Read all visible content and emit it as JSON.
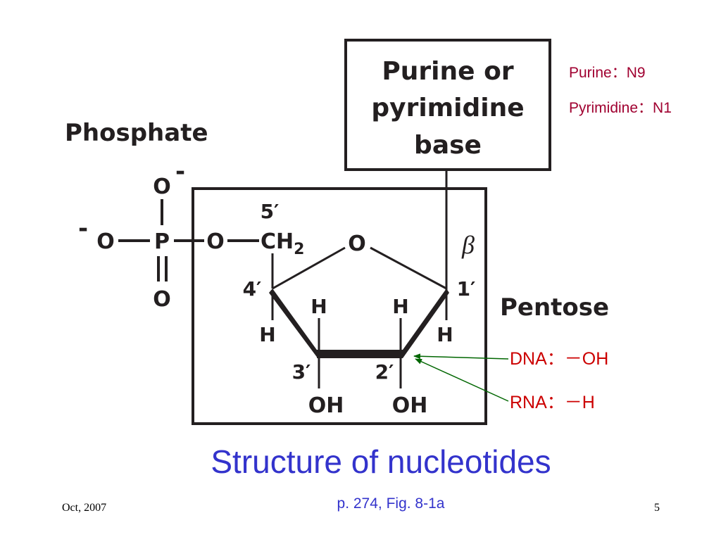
{
  "labels": {
    "base_box_line1": "Purine  or",
    "base_box_line2": "pyrimidine",
    "base_box_line3": "base",
    "phosphate": "Phosphate",
    "pentose": "Pentose",
    "beta": "β"
  },
  "molecule": {
    "o_minus_top": "O",
    "minus": "-",
    "o_left": "O",
    "p": "P",
    "o_bridge": "O",
    "ch2": "CH",
    "ch2_sub": "2",
    "o_bottom": "O",
    "ring_o": "O",
    "c5": "5′",
    "c4": "4′",
    "c1": "1′",
    "c3": "3′",
    "c2": "2′",
    "h4": "H",
    "h3_up": "H",
    "h2_up": "H",
    "h1": "H",
    "oh3": "OH",
    "oh2": "OH"
  },
  "notes": {
    "purine": "Purine：N9",
    "pyrimidine": "Pyrimidine：N1",
    "dna": "DNA：－OH",
    "rna": "RNA：－H"
  },
  "colors": {
    "title": "#3333cc",
    "note_red": "#a00030",
    "dna_red": "#cc0000",
    "oh_highlight": "#8b1a6b",
    "arrow": "#006600"
  },
  "slide": {
    "title": "Structure of nucleotides",
    "subtitle": "p. 274, Fig. 8-1a",
    "date": "Oct, 2007",
    "page_number": "5"
  }
}
